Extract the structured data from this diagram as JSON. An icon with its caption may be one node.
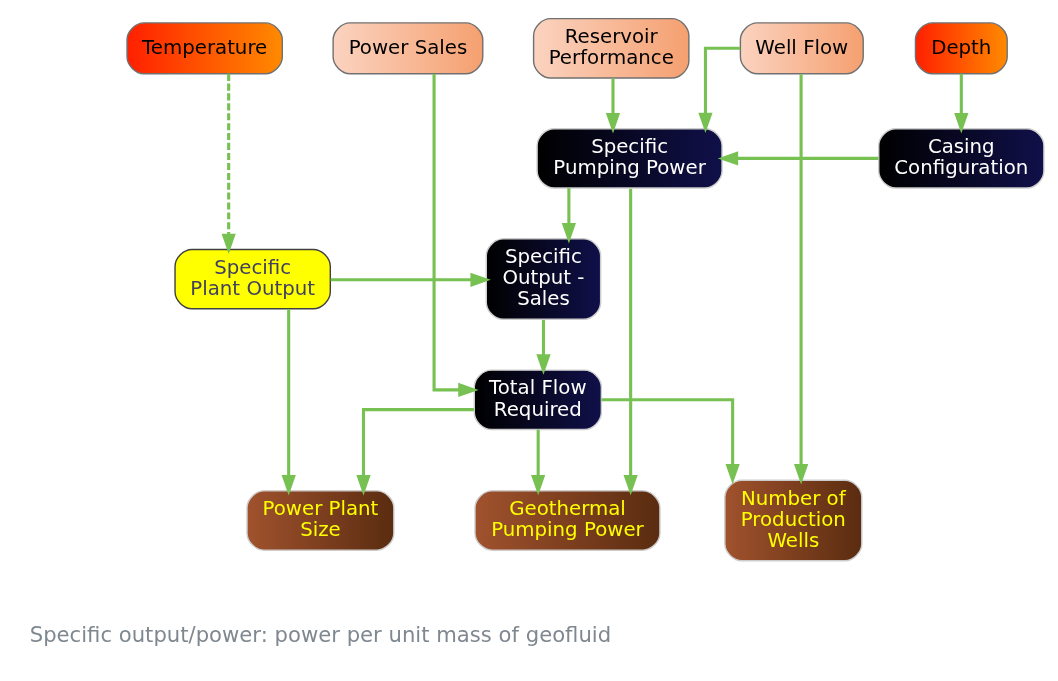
{
  "diagram": {
    "nodes": [
      {
        "text": [
          "Well Flow"
        ]
      },
      {
        "text": [
          "Reservoir Performance"
        ]
      },
      {
        "text": [
          "Depth"
        ]
      },
      {
        "text": [
          "Temperature"
        ]
      },
      {
        "text": [
          "Power Sales"
        ]
      },
      {
        "text": [
          "Specific Pumping Power"
        ]
      },
      {
        "text": [
          "Casing Configuration"
        ]
      },
      {
        "text": [
          "Geothermal Pumping Power"
        ]
      },
      {
        "text": [
          "Specific Output - Sales"
        ]
      },
      {
        "text": [
          "Specific Plant Output"
        ]
      },
      {
        "text": [
          "Total Flow Required"
        ]
      },
      {
        "text": [
          "Number of Production Wells"
        ]
      },
      {
        "text": [
          "Power Plant Size"
        ]
      }
    ],
    "edges": [
      {
        "from": 0,
        "to": 5,
        "arrow": "to"
      },
      {
        "from": 1,
        "to": 5,
        "arrow": "to"
      },
      {
        "from": 0,
        "to": 11,
        "arrow": "to"
      },
      {
        "from": 2,
        "to": 6,
        "arrow": "to"
      },
      {
        "from": 6,
        "to": 5,
        "arrow": "to"
      },
      {
        "from": 5,
        "to": 7,
        "arrow": "to"
      },
      {
        "from": 5,
        "to": 8,
        "arrow": "to"
      },
      {
        "from": 3,
        "to": 9,
        "arrow": "to",
        "style": "dashed"
      },
      {
        "from": 9,
        "to": 8,
        "arrow": "to"
      },
      {
        "from": 8,
        "to": 10,
        "arrow": "to"
      },
      {
        "from": 9,
        "to": 12,
        "arrow": "to"
      },
      {
        "from": 4,
        "to": 10,
        "arrow": "to"
      },
      {
        "from": 10,
        "to": 7,
        "arrow": "to"
      },
      {
        "from": 10,
        "to": 11,
        "arrow": "to"
      },
      {
        "from": 10,
        "to": 12,
        "arrow": "to"
      }
    ],
    "labels": [
      "Specific output/power: power per unit mass of geofluid"
    ]
  }
}
